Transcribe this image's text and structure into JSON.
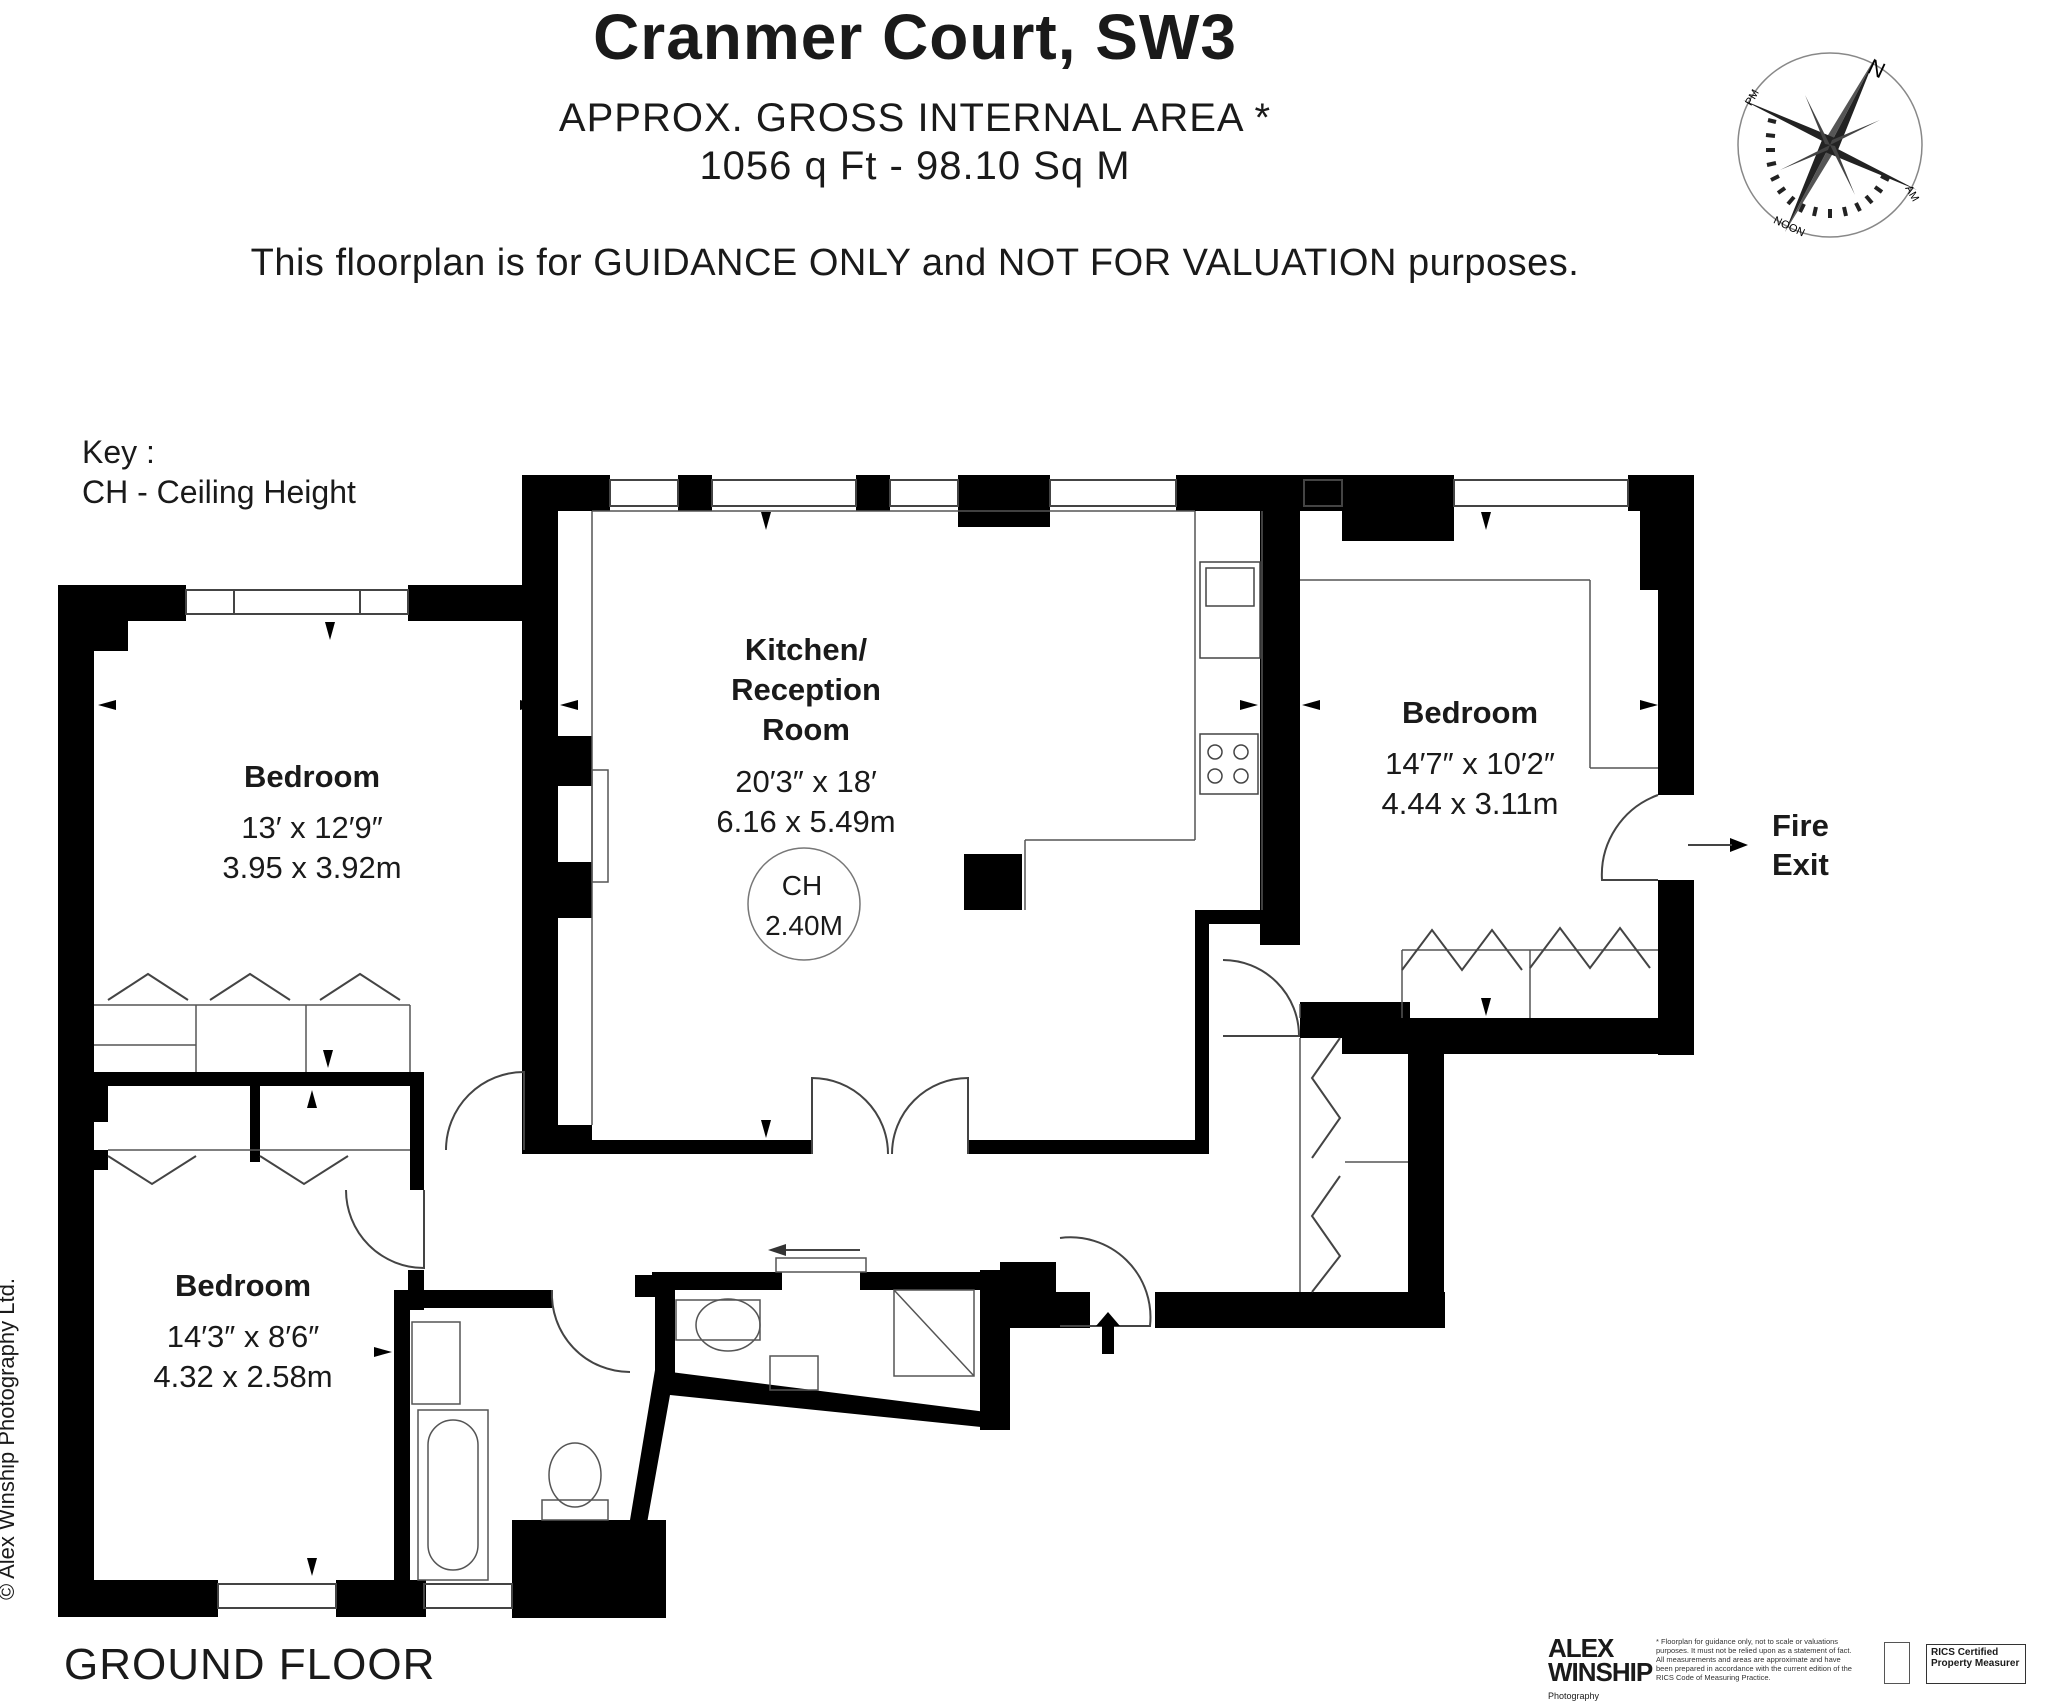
{
  "header": {
    "title": "Cranmer Court, SW3",
    "area_label": "APPROX. GROSS INTERNAL  AREA *",
    "area_value": "1056 q Ft  -  98.10 Sq M",
    "guidance": "This floorplan is for GUIDANCE ONLY and NOT FOR VALUATION purposes."
  },
  "key": {
    "title": "Key :",
    "entry": "CH - Ceiling Height"
  },
  "compass": {
    "north": "N",
    "pm": "PM",
    "am": "AM",
    "noon": "NOON"
  },
  "rooms": {
    "bedroom_top_left": {
      "name": "Bedroom",
      "dim_imperial": "13′ x 12′9″",
      "dim_metric": "3.95 x 3.92m"
    },
    "kitchen": {
      "name_line1": "Kitchen/",
      "name_line2": "Reception",
      "name_line3": "Room",
      "dim_imperial": "20′3″ x 18′",
      "dim_metric": "6.16 x 5.49m",
      "ch_label": "CH",
      "ch_value": "2.40M"
    },
    "bedroom_right": {
      "name": "Bedroom",
      "dim_imperial": "14′7″ x 10′2″",
      "dim_metric": "4.44 x 3.11m"
    },
    "bedroom_bottom_left": {
      "name": "Bedroom",
      "dim_imperial": "14′3″ x 8′6″",
      "dim_metric": "4.32 x 2.58m"
    }
  },
  "fire_exit": {
    "line1": "Fire",
    "line2": "Exit"
  },
  "floor_label": "GROUND FLOOR",
  "copyright": "© Alex Winship Photography Ltd.",
  "footer": {
    "logo_line1": "ALEX",
    "logo_line2": "WINSHIP",
    "logo_line3": "Photography",
    "disclaimer": "* Floorplan for guidance only, not to scale or valuations purposes. It must not be relied upon as a statement of fact. All measurements and areas are approximate and have been prepared in accordance with the current edition of the RICS Code of Measuring Practice.",
    "rics_label": "RICS",
    "certified": "Certified Property Measurer"
  }
}
